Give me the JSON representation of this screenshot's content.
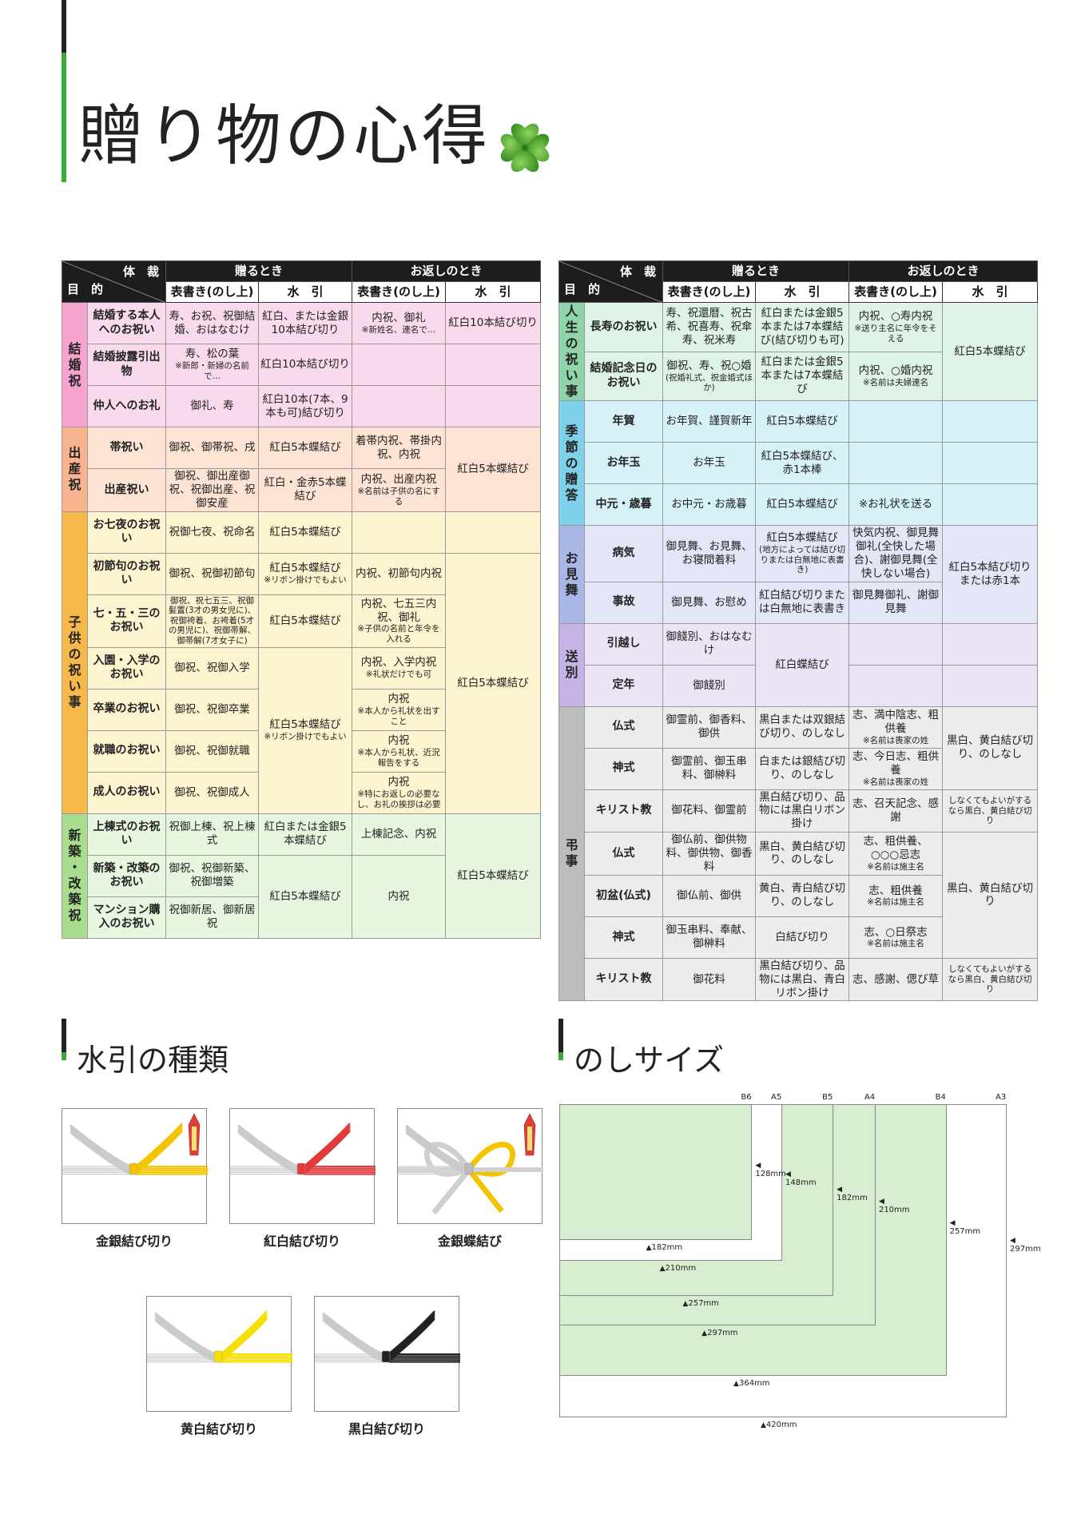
{
  "title": "贈り物の心得",
  "header": {
    "tai": "体　裁",
    "moku": "目　的",
    "okuru": "贈るとき",
    "okaeshi": "お返しのとき",
    "omote": "表書き(のし上)",
    "mizu": "水　引"
  },
  "left_table": [
    {
      "cat": "結\n婚\n祝",
      "bg": "#f9d9ec",
      "catbg": "#f5a3cf",
      "rows": [
        {
          "ev": "結婚する本人へのお祝い",
          "omote": "寿、お祝、祝御結婚、おはなむけ",
          "mizu": "紅白、または金銀10本結び切り",
          "kaeshi": "内祝、御礼",
          "kaeshi_note": "※新姓名、連名で…",
          "kmizu": "紅白10本結び切り"
        },
        {
          "ev": "結婚披露引出物",
          "omote": "寿、松の葉",
          "omote_note": "※新郎・新婦の名前で…",
          "mizu": "紅白10本結び切り",
          "kaeshi": "",
          "kmizu": ""
        },
        {
          "ev": "仲人へのお礼",
          "omote": "御礼、寿",
          "mizu": "紅白10本(7本、9本も可)結び切り",
          "kaeshi": "",
          "kmizu": ""
        }
      ]
    },
    {
      "cat": "出\n産\n祝",
      "bg": "#fde3d4",
      "catbg": "#f7b48f",
      "rows": [
        {
          "ev": "帯祝い",
          "omote": "御祝、御帯祝、戌",
          "mizu": "紅白5本蝶結び",
          "kaeshi": "着帯内祝、帯掛内祝、内祝",
          "kmizu": "紅白5本蝶結び"
        },
        {
          "ev": "出産祝い",
          "omote": "御祝、御出産御祝、祝御出産、祝御安産",
          "mizu": "紅白・金赤5本蝶結び",
          "kaeshi": "内祝、出産内祝",
          "kaeshi_note": "※名前は子供の名にする"
        }
      ]
    },
    {
      "cat": "子\n供\nの\n祝\nい\n事",
      "bg": "#fff4d0",
      "catbg": "#f7b84a",
      "rows": [
        {
          "ev": "お七夜のお祝い",
          "omote": "祝御七夜、祝命名",
          "mizu": "紅白5本蝶結び",
          "kaeshi": ""
        },
        {
          "ev": "初節句のお祝い",
          "omote": "御祝、祝御初節句",
          "mizu": "紅白5本蝶結び",
          "mizu_note": "※リボン掛けでもよい",
          "kaeshi": "内祝、初節句内祝"
        },
        {
          "ev": "七・五・三のお祝い",
          "omote_note": "御祝、祝七五三、祝御髪置(3才の男女児に)、祝御袴着、お袴着(5才の男児に)、祝御帯解、御帯解(7才女子に)",
          "mizu": "紅白5本蝶結び",
          "kaeshi": "内祝、七五三内祝、御礼",
          "kaeshi_note": "※子供の名前と年令を入れる"
        },
        {
          "ev": "入園・入学のお祝い",
          "omote": "御祝、祝御入学",
          "kaeshi": "内祝、入学内祝",
          "kaeshi_note": "※礼状だけでも可"
        },
        {
          "ev": "卒業のお祝い",
          "omote": "御祝、祝御卒業",
          "kaeshi": "内祝",
          "kaeshi_note": "※本人から礼状を出すこと"
        },
        {
          "ev": "就職のお祝い",
          "omote": "御祝、祝御就職",
          "kaeshi": "内祝",
          "kaeshi_note": "※本人から礼状、近況報告をする"
        },
        {
          "ev": "成人のお祝い",
          "omote": "御祝、祝御成人",
          "kaeshi": "内祝",
          "kaeshi_note": "※特にお返しの必要なし、お礼の挨拶は必要"
        }
      ],
      "merged_mizu": "紅白5本蝶結び",
      "merged_mizu_note": "※リボン掛けでもよい",
      "kmizu": "紅白5本蝶結び"
    },
    {
      "cat": "新\n築\n・\n改\n築\n祝",
      "bg": "#e8f6e0",
      "catbg": "#a8dc8e",
      "rows": [
        {
          "ev": "上棟式のお祝い",
          "omote": "祝御上棟、祝上棟式",
          "mizu": "紅白または金銀5本蝶結び",
          "kaeshi": "上棟記念、内祝"
        },
        {
          "ev": "新築・改築のお祝い",
          "omote": "御祝、祝御新築、祝御増築",
          "mizu": "紅白5本蝶結び",
          "kaeshi": "内祝"
        },
        {
          "ev": "マンション購入のお祝い",
          "omote": "祝御新居、御新居祝"
        }
      ],
      "kmizu": "紅白5本蝶結び"
    }
  ],
  "right_table": [
    {
      "cat": "人\n生\nの\n祝\nい\n事",
      "bg": "#dff4e8",
      "catbg": "#8fd3ab",
      "rows": [
        {
          "ev": "長寿のお祝い",
          "omote": "寿、祝還暦、祝古希、祝喜寿、祝傘寿、祝米寿",
          "mizu": "紅白または金銀5本または7本蝶結び(結び切りも可)",
          "kaeshi": "内祝、○寿内祝",
          "kaeshi_note": "※送り主名に年令をそえる",
          "kmizu": "紅白5本蝶結び"
        },
        {
          "ev": "結婚記念日のお祝い",
          "omote": "御祝、寿、祝○婚",
          "omote_note": "(祝婚礼式、祝金婚式ほか)",
          "mizu": "紅白または金銀5本または7本蝶結び",
          "kaeshi": "内祝、○婚内祝",
          "kaeshi_note": "※名前は夫婦連名"
        }
      ]
    },
    {
      "cat": "季\n節\nの\n贈\n答",
      "bg": "#d6f1f8",
      "catbg": "#7fd0ea",
      "rows": [
        {
          "ev": "年賀",
          "omote": "お年賀、謹賀新年",
          "mizu": "紅白5本蝶結び",
          "kaeshi": ""
        },
        {
          "ev": "お年玉",
          "omote": "お年玉",
          "mizu": "紅白5本蝶結び、赤1本棒",
          "kaeshi": ""
        },
        {
          "ev": "中元・歳暮",
          "omote": "お中元・お歳暮",
          "mizu": "紅白5本蝶結び",
          "kaeshi": "※お礼状を送る"
        }
      ]
    },
    {
      "cat": "お\n見\n舞",
      "bg": "#e2e6f6",
      "catbg": "#a9b7e6",
      "rows": [
        {
          "ev": "病気",
          "omote": "御見舞、お見舞、お寝間着料",
          "mizu": "紅白5本蝶結び",
          "mizu_note": "(地方によっては結び切りまたは白無地に表書き)",
          "kaeshi": "快気内祝、御見舞御礼(全快した場合)、謝御見舞(全快しない場合)",
          "kmizu": "紅白5本結び切りまたは赤1本"
        },
        {
          "ev": "事故",
          "omote": "御見舞、お慰め",
          "mizu": "紅白結び切りまたは白無地に表書き",
          "kaeshi": "御見舞御礼、謝御見舞"
        }
      ]
    },
    {
      "cat": "送\n別",
      "bg": "#ece4f6",
      "catbg": "#c6b3e6",
      "rows": [
        {
          "ev": "引越し",
          "omote": "御餞別、おはなむけ"
        },
        {
          "ev": "定年",
          "omote": "御餞別"
        }
      ],
      "mizu": "紅白蝶結び"
    },
    {
      "cat": "弔\n事",
      "bg": "#ececec",
      "catbg": "#bdbdbd",
      "rows": [
        {
          "ev": "仏式",
          "omote": "御霊前、御香料、御供",
          "mizu": "黒白または双銀結び切り、のしなし",
          "kaeshi": "志、満中陰志、粗供養",
          "kaeshi_note": "※名前は喪家の姓"
        },
        {
          "ev": "神式",
          "omote": "御霊前、御玉串料、御榊料",
          "mizu": "白または銀結び切り、のしなし",
          "kaeshi": "志、今日志、粗供養",
          "kaeshi_note": "※名前は喪家の姓"
        },
        {
          "ev": "キリスト教",
          "omote": "御花料、御霊前",
          "mizu": "黒白結び切り、品物には黒白リボン掛け",
          "kaeshi": "志、召天記念、感謝",
          "kmizu": "しなくてもよいがするなら黒白、黄白結び切り"
        },
        {
          "ev": "仏式",
          "omote": "御仏前、御供物料、御供物、御香料",
          "mizu": "黒白、黄白結び切り、のしなし",
          "kaeshi": "志、粗供養、○○○忌志",
          "kaeshi_note": "※名前は施主名"
        },
        {
          "ev": "初盆(仏式)",
          "omote": "御仏前、御供",
          "mizu": "黄白、青白結び切り、のしなし",
          "kaeshi": "志、粗供養",
          "kaeshi_note": "※名前は施主名"
        },
        {
          "ev": "神式",
          "omote": "御玉串料、奉献、御榊料",
          "mizu": "白結び切り",
          "kaeshi": "志、○日祭志",
          "kaeshi_note": "※名前は施主名"
        },
        {
          "ev": "キリスト教",
          "omote": "御花料",
          "mizu": "黒白結び切り、品物には黒白、青白リボン掛け",
          "kaeshi": "志、感謝、偲び草",
          "kmizu": "しなくてもよいがするなら黒白、黄白結び切り"
        }
      ],
      "kmizu_a": "黒白、黄白結び切り、のしなし",
      "kmizu_b": "黒白、黄白結び切り"
    }
  ],
  "mizuhiki_section": {
    "title": "水引の種類",
    "items": [
      {
        "caption": "金銀結び切り",
        "color": "#f2c500",
        "type": "kiri",
        "noshi": true
      },
      {
        "caption": "紅白結び切り",
        "color": "#e03a3a",
        "type": "kiri",
        "noshi": false
      },
      {
        "caption": "金銀蝶結び",
        "color": "#f2c500",
        "type": "cho",
        "noshi": true
      },
      {
        "caption": "黄白結び切り",
        "color": "#f5e000",
        "type": "kiri",
        "noshi": false
      },
      {
        "caption": "黒白結び切り",
        "color": "#222222",
        "type": "kiri",
        "noshi": false
      }
    ]
  },
  "noshi_section": {
    "title": "のしサイズ",
    "sizes": [
      {
        "name": "B6",
        "w": "128mm",
        "h": "182mm"
      },
      {
        "name": "A5",
        "w": "148mm",
        "h": "210mm"
      },
      {
        "name": "B5",
        "w": "182mm",
        "h": "257mm"
      },
      {
        "name": "A4",
        "w": "210mm",
        "h": "297mm"
      },
      {
        "name": "B4",
        "w": "257mm",
        "h": "364mm"
      },
      {
        "name": "A3",
        "w": "297mm",
        "h": "420mm"
      }
    ]
  },
  "colors": {
    "accent_green": "#3aaa35",
    "sheet_green": "#d7efd0"
  }
}
